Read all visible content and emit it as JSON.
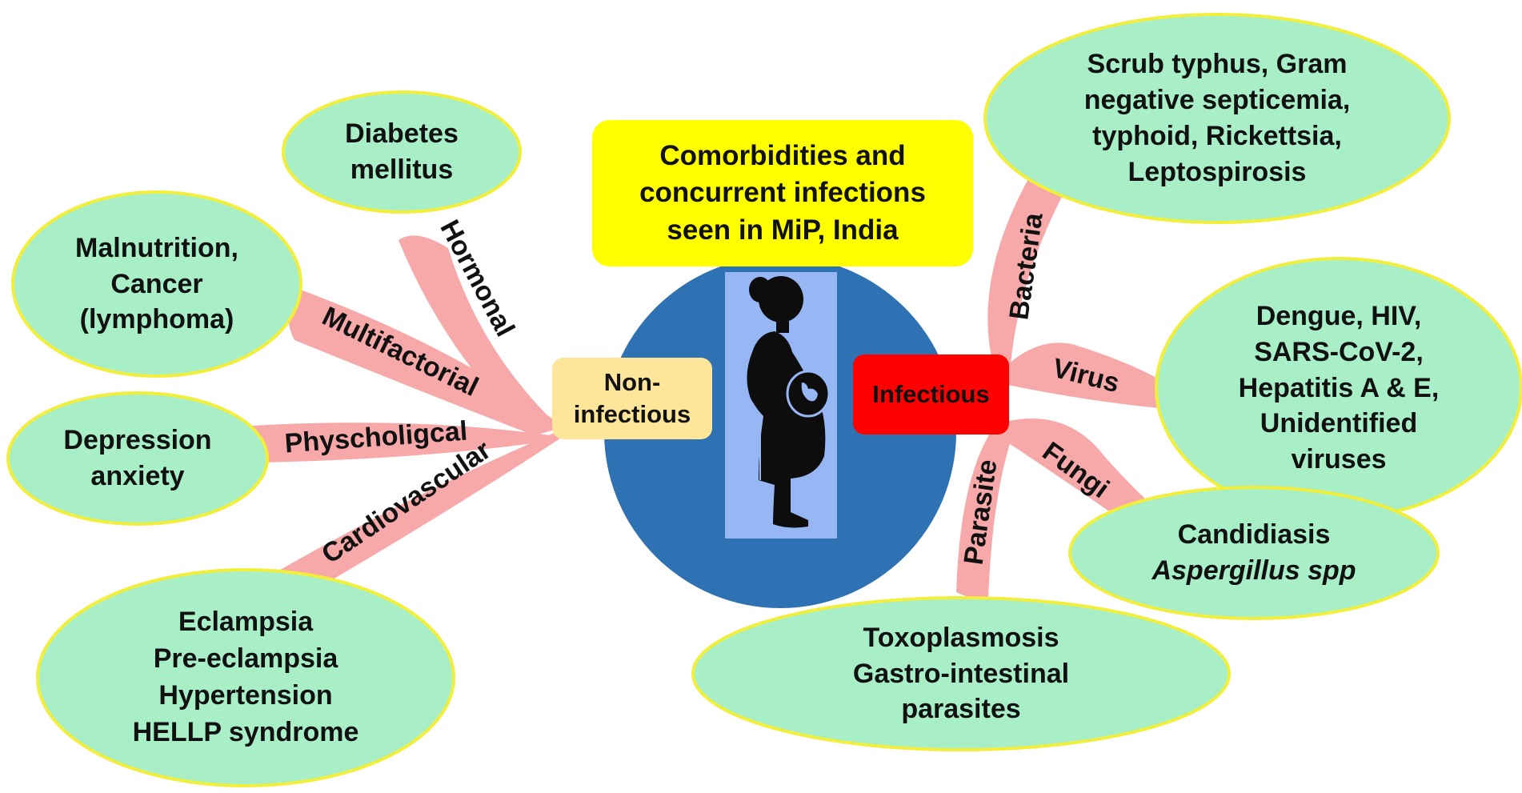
{
  "title": {
    "lines": [
      "Comorbidities and",
      "concurrent infections",
      "seen in MiP, India"
    ]
  },
  "hubs": {
    "non_infectious": [
      "Non-",
      "infectious"
    ],
    "infectious": "Infectious"
  },
  "non_infectious_branches": {
    "hormonal": {
      "label": "Hormonal",
      "lines": [
        "Diabetes",
        "mellitus"
      ]
    },
    "multifactorial": {
      "label": "Multifactorial",
      "lines": [
        "Malnutrition,",
        "Cancer",
        "(lymphoma)"
      ]
    },
    "psychological": {
      "label": "Physcholigcal",
      "lines": [
        "Depression",
        "anxiety"
      ]
    },
    "cardiovascular": {
      "label": "Cardiovascular",
      "lines": [
        "Eclampsia",
        "Pre-eclampsia",
        "Hypertension",
        "HELLP syndrome"
      ]
    }
  },
  "infectious_branches": {
    "bacteria": {
      "label": "Bacteria",
      "lines": [
        "Scrub typhus, Gram",
        "negative septicemia,",
        "typhoid, Rickettsia,",
        "Leptospirosis"
      ]
    },
    "virus": {
      "label": "Virus",
      "lines": [
        "Dengue, HIV,",
        "SARS-CoV-2,",
        "Hepatitis A &  E,",
        "Unidentified",
        "viruses"
      ]
    },
    "fungi": {
      "label": "Fungi",
      "lines": [
        "Candidiasis",
        "Aspergillus spp"
      ]
    },
    "parasite": {
      "label": "Parasite",
      "lines": [
        "Toxoplasmosis",
        "Gastro-intestinal",
        "parasites"
      ]
    }
  },
  "icons": {
    "center": "pregnant-woman-icon"
  },
  "colors": {
    "oval_fill": "#a8efc8",
    "oval_stroke": "#f2ee3c",
    "branch": "#f7a8a8",
    "circle": "#2f72b3",
    "title_box": "#ffff00",
    "non_infectious_box": "#fde59a",
    "infectious_box": "#ff0000",
    "figure_panel": "#97b6f4"
  }
}
